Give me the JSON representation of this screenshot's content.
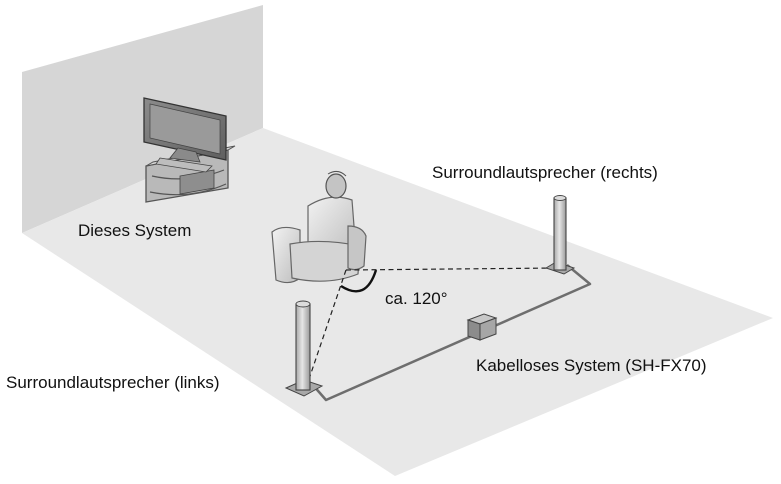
{
  "labels": {
    "system": "Dieses System",
    "surround_right": "Surroundlautsprecher (rechts)",
    "angle": "ca. 120°",
    "surround_left": "Surroundlautsprecher (links)",
    "wireless_system": "Kabelloses System (SH-FX70)"
  },
  "colors": {
    "wall": "#d6d6d6",
    "floor": "#e8e8e8",
    "speaker": "#c8c8c8",
    "line": "#6e6e6e"
  }
}
